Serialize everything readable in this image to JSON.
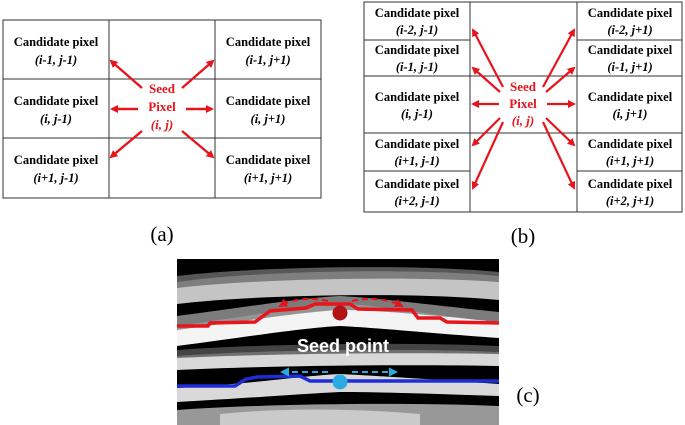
{
  "panel_a": {
    "label": "(a)",
    "seed_line1": "Seed",
    "seed_line2": "Pixel",
    "seed_line3": "(i, j)",
    "cells": [
      {
        "title": "Candidate pixel",
        "coord": "(i-1, j-1)"
      },
      {
        "title": "Candidate pixel",
        "coord": "(i-1, j+1)"
      },
      {
        "title": "Candidate pixel",
        "coord": "(i, j-1)"
      },
      {
        "title": "Candidate pixel",
        "coord": "(i, j+1)"
      },
      {
        "title": "Candidate pixel",
        "coord": "(i+1, j-1)"
      },
      {
        "title": "Candidate pixel",
        "coord": "(i+1, j+1)"
      }
    ]
  },
  "panel_b": {
    "label": "(b)",
    "seed_line1": "Seed",
    "seed_line2": "Pixel",
    "seed_line3": "(i, j)",
    "cells": [
      {
        "title": "Candidate pixel",
        "coord": "(i-2, j-1)"
      },
      {
        "title": "Candidate pixel",
        "coord": "(i-2, j+1)"
      },
      {
        "title": "Candidate pixel",
        "coord": "(i-1, j-1)"
      },
      {
        "title": "Candidate pixel",
        "coord": "(i-1, j+1)"
      },
      {
        "title": "Candidate pixel",
        "coord": "(i, j-1)"
      },
      {
        "title": "Candidate pixel",
        "coord": "(i, j+1)"
      },
      {
        "title": "Candidate pixel",
        "coord": "(i+1, j-1)"
      },
      {
        "title": "Candidate pixel",
        "coord": "(i+1, j+1)"
      },
      {
        "title": "Candidate pixel",
        "coord": "(i+2, j-1)"
      },
      {
        "title": "Candidate pixel",
        "coord": "(i+2, j+1)"
      }
    ]
  },
  "panel_c": {
    "label": "(c)",
    "caption": "Seed point"
  },
  "colors": {
    "arrow_red": "#e8141c",
    "seed_blue": "#29abe2",
    "line_blue": "#1e2dd6",
    "grid": "#333333"
  }
}
